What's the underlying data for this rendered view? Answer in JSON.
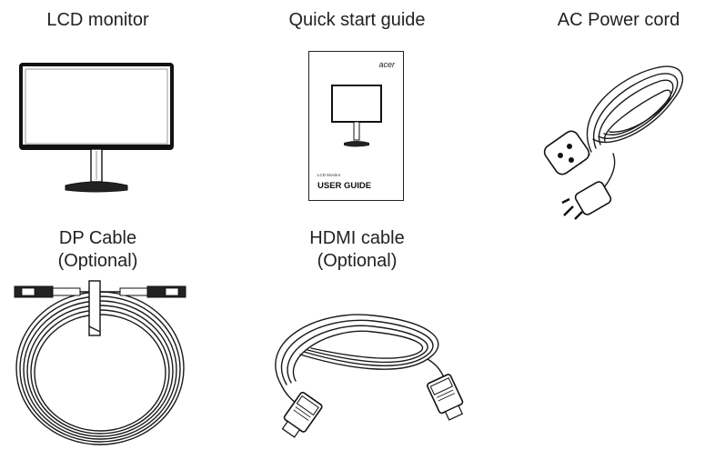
{
  "items": [
    {
      "id": "lcd-monitor",
      "label": "LCD monitor"
    },
    {
      "id": "quick-start-guide",
      "label": "Quick start guide",
      "booklet": {
        "brand": "acer",
        "subtitle": "LCD Monitor",
        "title": "USER GUIDE"
      }
    },
    {
      "id": "ac-power-cord",
      "label": "AC Power cord"
    },
    {
      "id": "dp-cable",
      "label_line1": "DP Cable",
      "label_line2": "(Optional)"
    },
    {
      "id": "hdmi-cable",
      "label_line1": "HDMI cable",
      "label_line2": "(Optional)"
    }
  ]
}
